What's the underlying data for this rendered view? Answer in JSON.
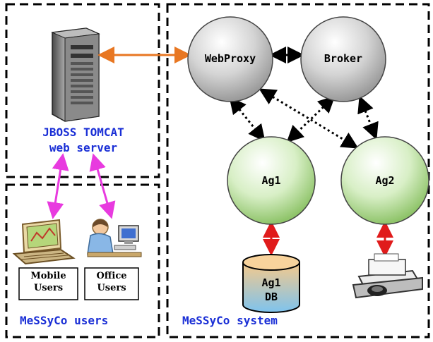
{
  "nodes": {
    "webproxy": "WebProxy",
    "broker": "Broker",
    "ag1": "Ag1",
    "ag2": "Ag2",
    "db_line1": "Ag1",
    "db_line2": "DB"
  },
  "server": {
    "line1": "JBOSS TOMCAT",
    "line2": "web server"
  },
  "users": {
    "mobile_line1": "Mobile",
    "mobile_line2": "Users",
    "office_line1": "Office",
    "office_line2": "Users"
  },
  "regions": {
    "users_label": "MeSSyCo users",
    "system_label": "MeSSyCo system"
  },
  "colors": {
    "server_link": "#e87722",
    "user_link": "#e83adf",
    "agent_link": "#e01b1b",
    "label_blue": "#1a2fd6"
  }
}
